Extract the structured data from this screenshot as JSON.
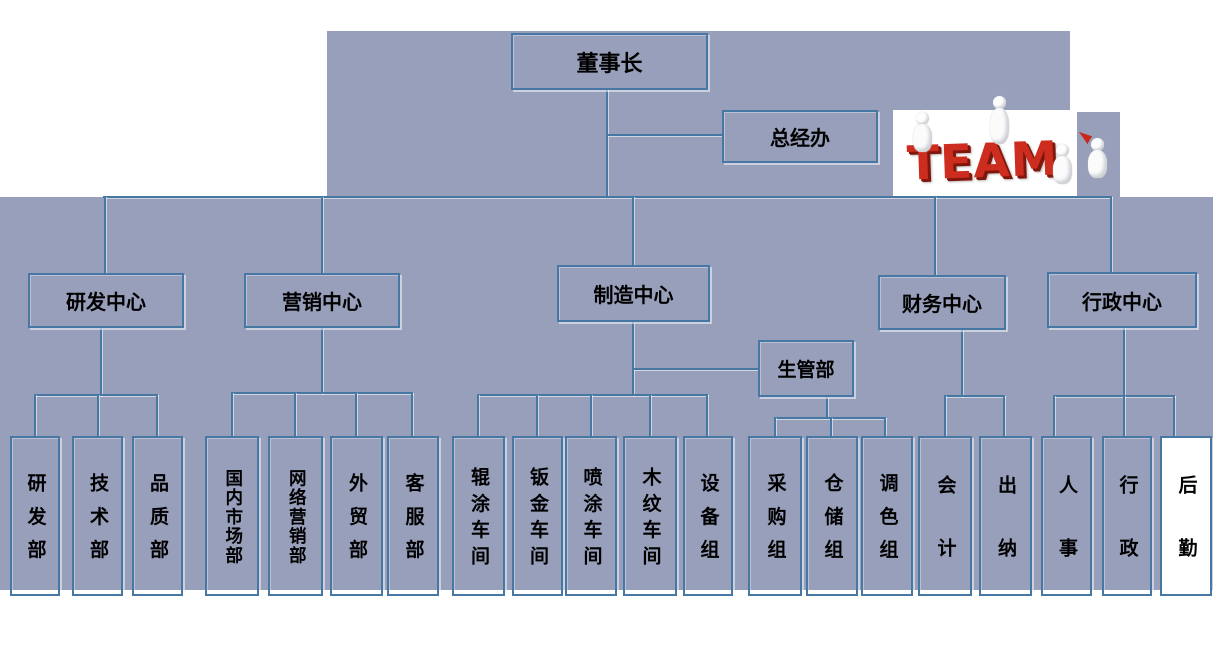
{
  "org": {
    "chairman": "董事长",
    "gm_office": "总经办",
    "centers": [
      {
        "id": "rd-center",
        "label": "研发中心"
      },
      {
        "id": "marketing-center",
        "label": "营销中心"
      },
      {
        "id": "manufacturing-center",
        "label": "制造中心"
      },
      {
        "id": "finance-center",
        "label": "财务中心"
      },
      {
        "id": "admin-center",
        "label": "行政中心"
      }
    ],
    "production_mgmt": "生管部",
    "departments": [
      {
        "id": "rd-dept",
        "label": "研发部",
        "parent": "研发中心"
      },
      {
        "id": "tech-dept",
        "label": "技术部",
        "parent": "研发中心"
      },
      {
        "id": "quality-dept",
        "label": "品质部",
        "parent": "研发中心"
      },
      {
        "id": "domestic-market-dept",
        "label": "国内市场部",
        "parent": "营销中心"
      },
      {
        "id": "online-marketing-dept",
        "label": "网络营销部",
        "parent": "营销中心"
      },
      {
        "id": "foreign-trade-dept",
        "label": "外贸部",
        "parent": "营销中心"
      },
      {
        "id": "customer-service-dept",
        "label": "客服部",
        "parent": "营销中心"
      },
      {
        "id": "roller-coating-workshop",
        "label": "辊涂车间",
        "parent": "制造中心"
      },
      {
        "id": "sheet-metal-workshop",
        "label": "钣金车间",
        "parent": "制造中心"
      },
      {
        "id": "spray-coating-workshop",
        "label": "喷涂车间",
        "parent": "制造中心"
      },
      {
        "id": "wood-grain-workshop",
        "label": "木纹车间",
        "parent": "制造中心"
      },
      {
        "id": "equipment-group",
        "label": "设备组",
        "parent": "制造中心"
      },
      {
        "id": "purchasing-group",
        "label": "采购组",
        "parent": "生管部"
      },
      {
        "id": "warehouse-group",
        "label": "仓储组",
        "parent": "生管部"
      },
      {
        "id": "color-mixing-group",
        "label": "调色组",
        "parent": "生管部"
      },
      {
        "id": "accounting",
        "label": "会计",
        "parent": "财务中心"
      },
      {
        "id": "cashier",
        "label": "出纳",
        "parent": "财务中心"
      },
      {
        "id": "hr",
        "label": "人事",
        "parent": "行政中心"
      },
      {
        "id": "admin",
        "label": "行政",
        "parent": "行政中心"
      },
      {
        "id": "logistics",
        "label": "后勤",
        "parent": "行政中心",
        "highlight": "white"
      }
    ]
  },
  "graphic": {
    "text": "TEAM",
    "letter_color": "#CD2D1E"
  },
  "colors": {
    "background": "#989FBB",
    "line": "#4678A3",
    "text": "#000000",
    "logistics_fill": "#FFFFFF"
  }
}
